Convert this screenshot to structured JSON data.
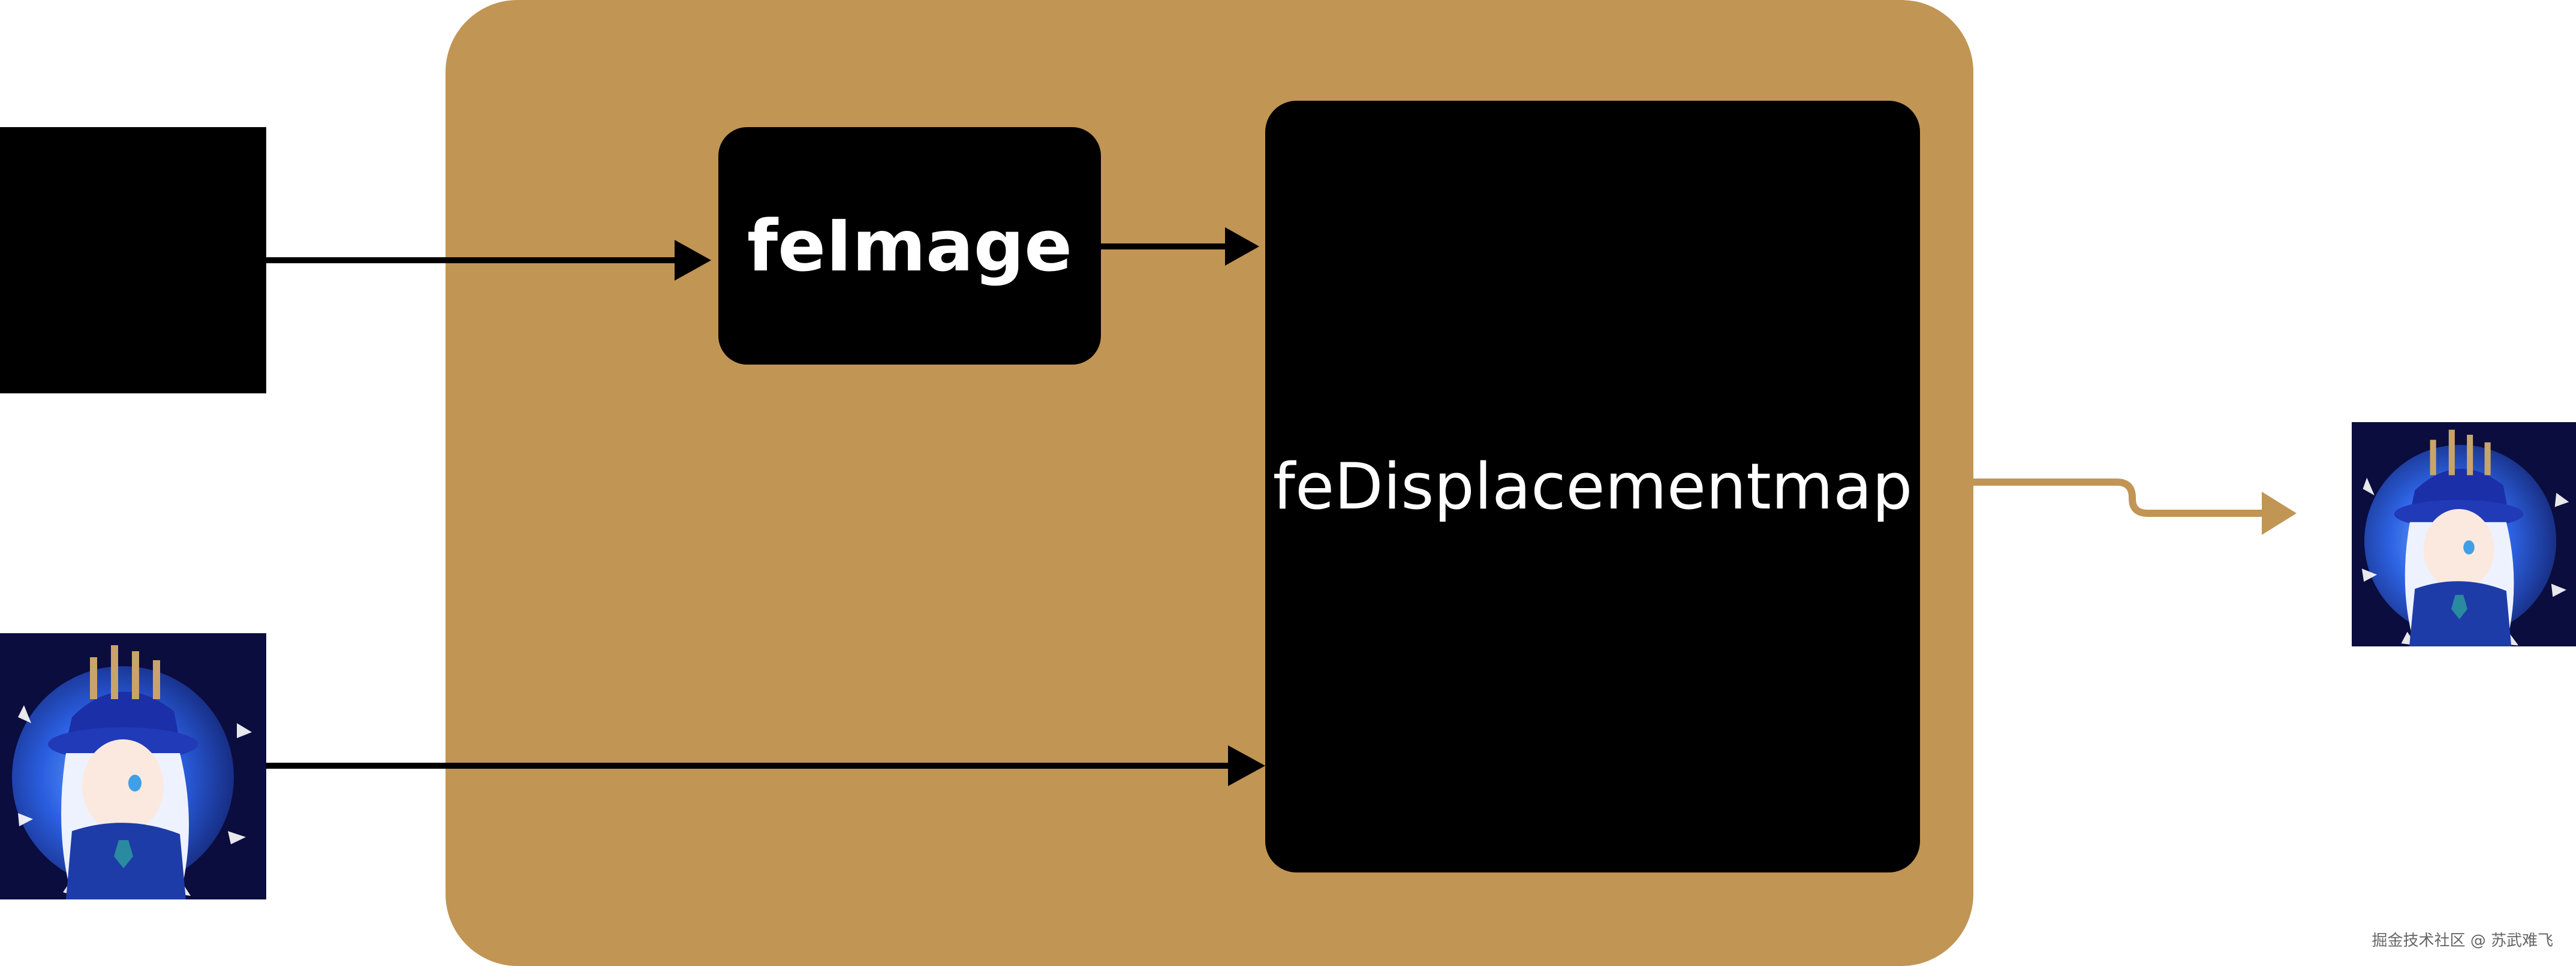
{
  "nodes": {
    "feimage": "feImage",
    "fedisplacementmap": "feDisplacementmap"
  },
  "watermark": "掘金技术社区 @ 苏武难飞",
  "colors": {
    "container": "#c19554",
    "node": "#000000",
    "arrow": "#000000",
    "output_arrow": "#c19554"
  },
  "icons": {
    "input_image": "anime-character-portrait",
    "output_image": "anime-character-portrait"
  }
}
